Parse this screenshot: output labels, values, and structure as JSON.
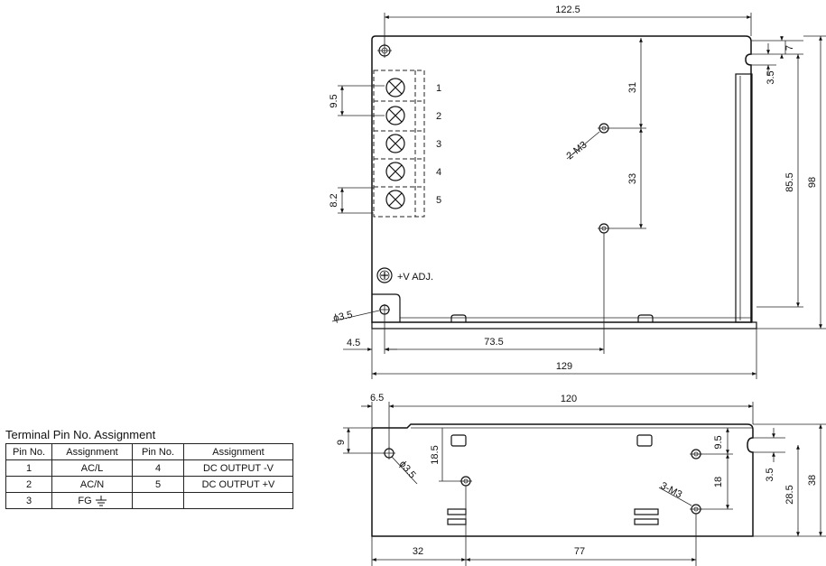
{
  "table": {
    "title": "Terminal Pin No.  Assignment",
    "headers": [
      "Pin No.",
      "Assignment",
      "Pin No.",
      "Assignment"
    ],
    "rows": [
      {
        "pin1": "1",
        "assign1": "AC/L",
        "pin2": "4",
        "assign2": "DC OUTPUT -V"
      },
      {
        "pin1": "2",
        "assign1": "AC/N",
        "pin2": "5",
        "assign2": "DC OUTPUT +V"
      },
      {
        "pin1": "3",
        "assign1": "FG",
        "assign1_icon": "ground-icon",
        "pin2": "",
        "assign2": ""
      }
    ]
  },
  "top_view": {
    "terminal_numbers": [
      "1",
      "2",
      "3",
      "4",
      "5"
    ],
    "vadj_label": "+V ADJ.",
    "dims": {
      "overall_width_top": "122.5",
      "overall_width_bottom": "129",
      "left_offset": "4.5",
      "mount_x": "73.5",
      "hole_dia": "3.5",
      "mount_label": "2-M3",
      "mount_y1": "31",
      "mount_y2": "33",
      "terminal_pitch": "9.5",
      "terminal_width": "8.2",
      "slot_7": "7",
      "slot_3_5": "3.5",
      "height_85_5": "85.5",
      "height_98": "98"
    }
  },
  "side_view": {
    "dims": {
      "left_6_5": "6.5",
      "width_120": "120",
      "top_9": "9",
      "height_18_5": "18.5",
      "hole_dia": "3.5",
      "right_9_5": "9.5",
      "right_18": "18",
      "mount_label": "3-M3",
      "slot_3_5": "3.5",
      "height_28_5": "28.5",
      "height_38": "38",
      "bottom_32": "32",
      "bottom_77": "77"
    }
  }
}
